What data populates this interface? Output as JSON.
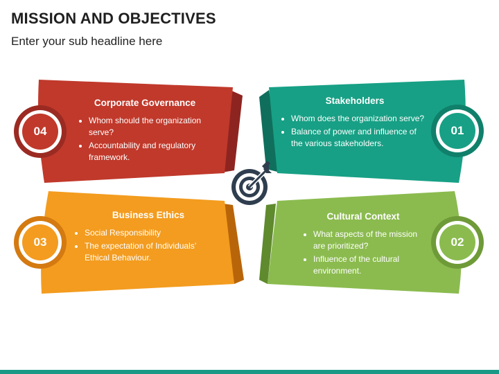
{
  "header": {
    "title": "MISSION AND OBJECTIVES",
    "subtitle": "Enter your sub headline here"
  },
  "cards": [
    {
      "number": "04",
      "title": "Corporate Governance",
      "bullets": [
        "Whom should the organization serve?",
        "Accountability and regulatory framework."
      ],
      "color": "#c0392b"
    },
    {
      "number": "01",
      "title": "Stakeholders",
      "bullets": [
        "Whom does the organization serve?",
        "Balance of power and influence of the various stakeholders."
      ],
      "color": "#17a085"
    },
    {
      "number": "03",
      "title": "Business Ethics",
      "bullets": [
        "Social Responsibility",
        "The expectation of Individuals’ Ethical Behaviour."
      ],
      "color": "#f39c1f"
    },
    {
      "number": "02",
      "title": "Cultural Context",
      "bullets": [
        "What aspects of the mission are prioritized?",
        "Influence of the cultural environment."
      ],
      "color": "#8bbb4f"
    }
  ],
  "center_icon": "target-arrow-icon",
  "colors": {
    "footer": "#1a9a86",
    "icon": "#2f3e4f"
  }
}
